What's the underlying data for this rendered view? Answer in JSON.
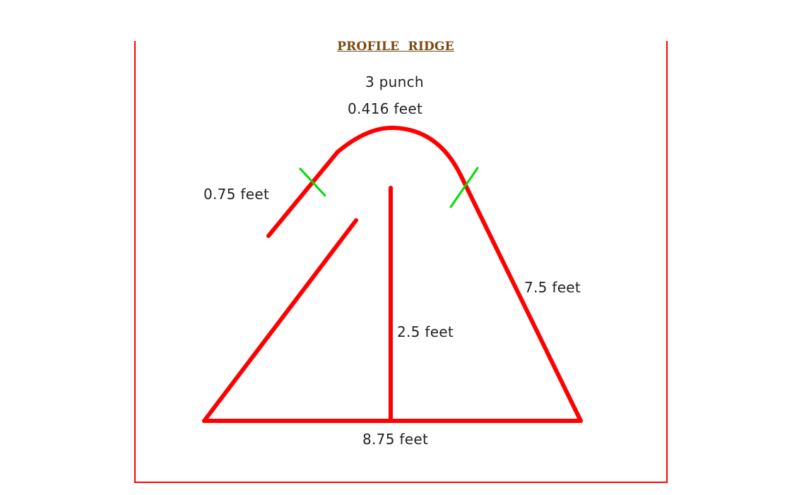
{
  "title": "PROFILE  RIDGE",
  "labels": {
    "punch": "3 punch",
    "curve": "0.416 feet",
    "hem": "0.75 feet",
    "slope": "7.5 feet",
    "height": "2.5 feet",
    "base": "8.75 feet"
  },
  "colors": {
    "border": "#ff0000",
    "profile_line": "#ff0000",
    "bend_marks": "#00dd00",
    "title": "#7a4a12",
    "text": "#222222"
  }
}
